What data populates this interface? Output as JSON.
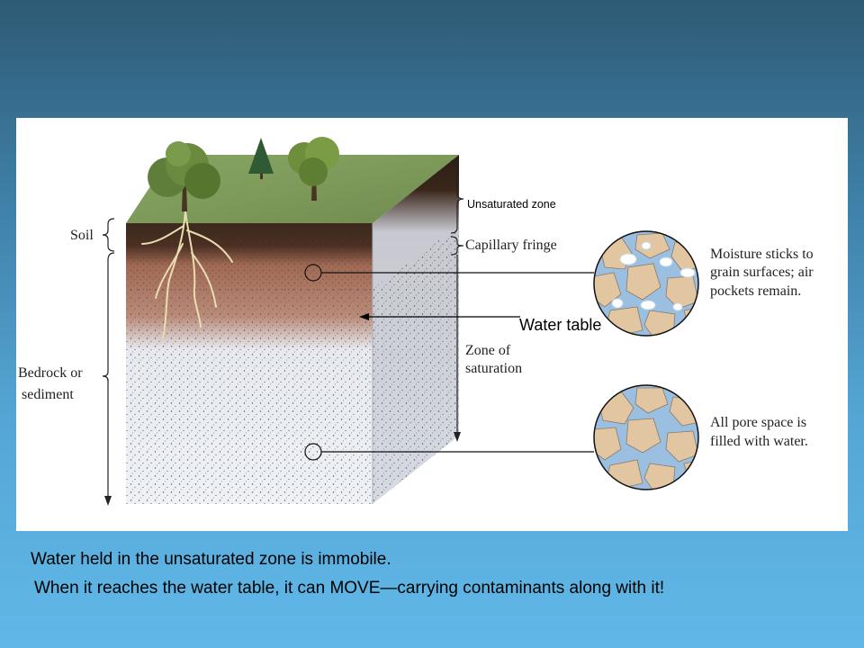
{
  "figure": {
    "labels": {
      "soil": "Soil",
      "bedrock": [
        "Bedrock or",
        "sediment"
      ],
      "unsaturated_zone": "Unsaturated zone",
      "capillary_fringe": "Capillary fringe",
      "water_table": "Water table",
      "zone_of_saturation": [
        "Zone of",
        "saturation"
      ]
    },
    "callouts": {
      "upper": [
        "Moisture sticks to",
        "grain surfaces; air",
        "pockets remain."
      ],
      "lower": [
        "All pore space is",
        "filled with water."
      ]
    },
    "colors": {
      "grass": "#7a9a55",
      "topsoil": "#3b2a1e",
      "unsaturated_soil": "#a9705a",
      "saturated_zone": "#e9edf3",
      "pore_water": "#9bbfe0",
      "grain": "#e2c6a1"
    }
  },
  "caption": {
    "line1": "Water held in the unsaturated zone is immobile.",
    "line2": "When it reaches the water table, it can MOVE—carrying contaminants along with it!"
  }
}
